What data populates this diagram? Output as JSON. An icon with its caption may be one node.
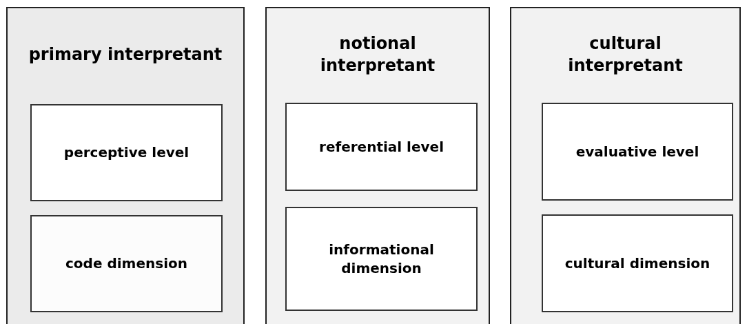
{
  "diagram": {
    "nodes": [
      {
        "text": [
          "primary interpretant"
        ]
      },
      {
        "text": [
          "perceptive level"
        ],
        "in": 0
      },
      {
        "text": [
          "code dimension"
        ],
        "in": 0
      },
      {
        "text": [
          "notional interpretant"
        ]
      },
      {
        "text": [
          "referential level"
        ],
        "in": 3
      },
      {
        "text": [
          "informational dimension"
        ],
        "in": 3
      },
      {
        "text": [
          "cultural interpretant"
        ]
      },
      {
        "text": [
          "evaluative level"
        ],
        "in": 6
      },
      {
        "text": [
          "cultural dimension"
        ],
        "in": 6
      }
    ]
  }
}
